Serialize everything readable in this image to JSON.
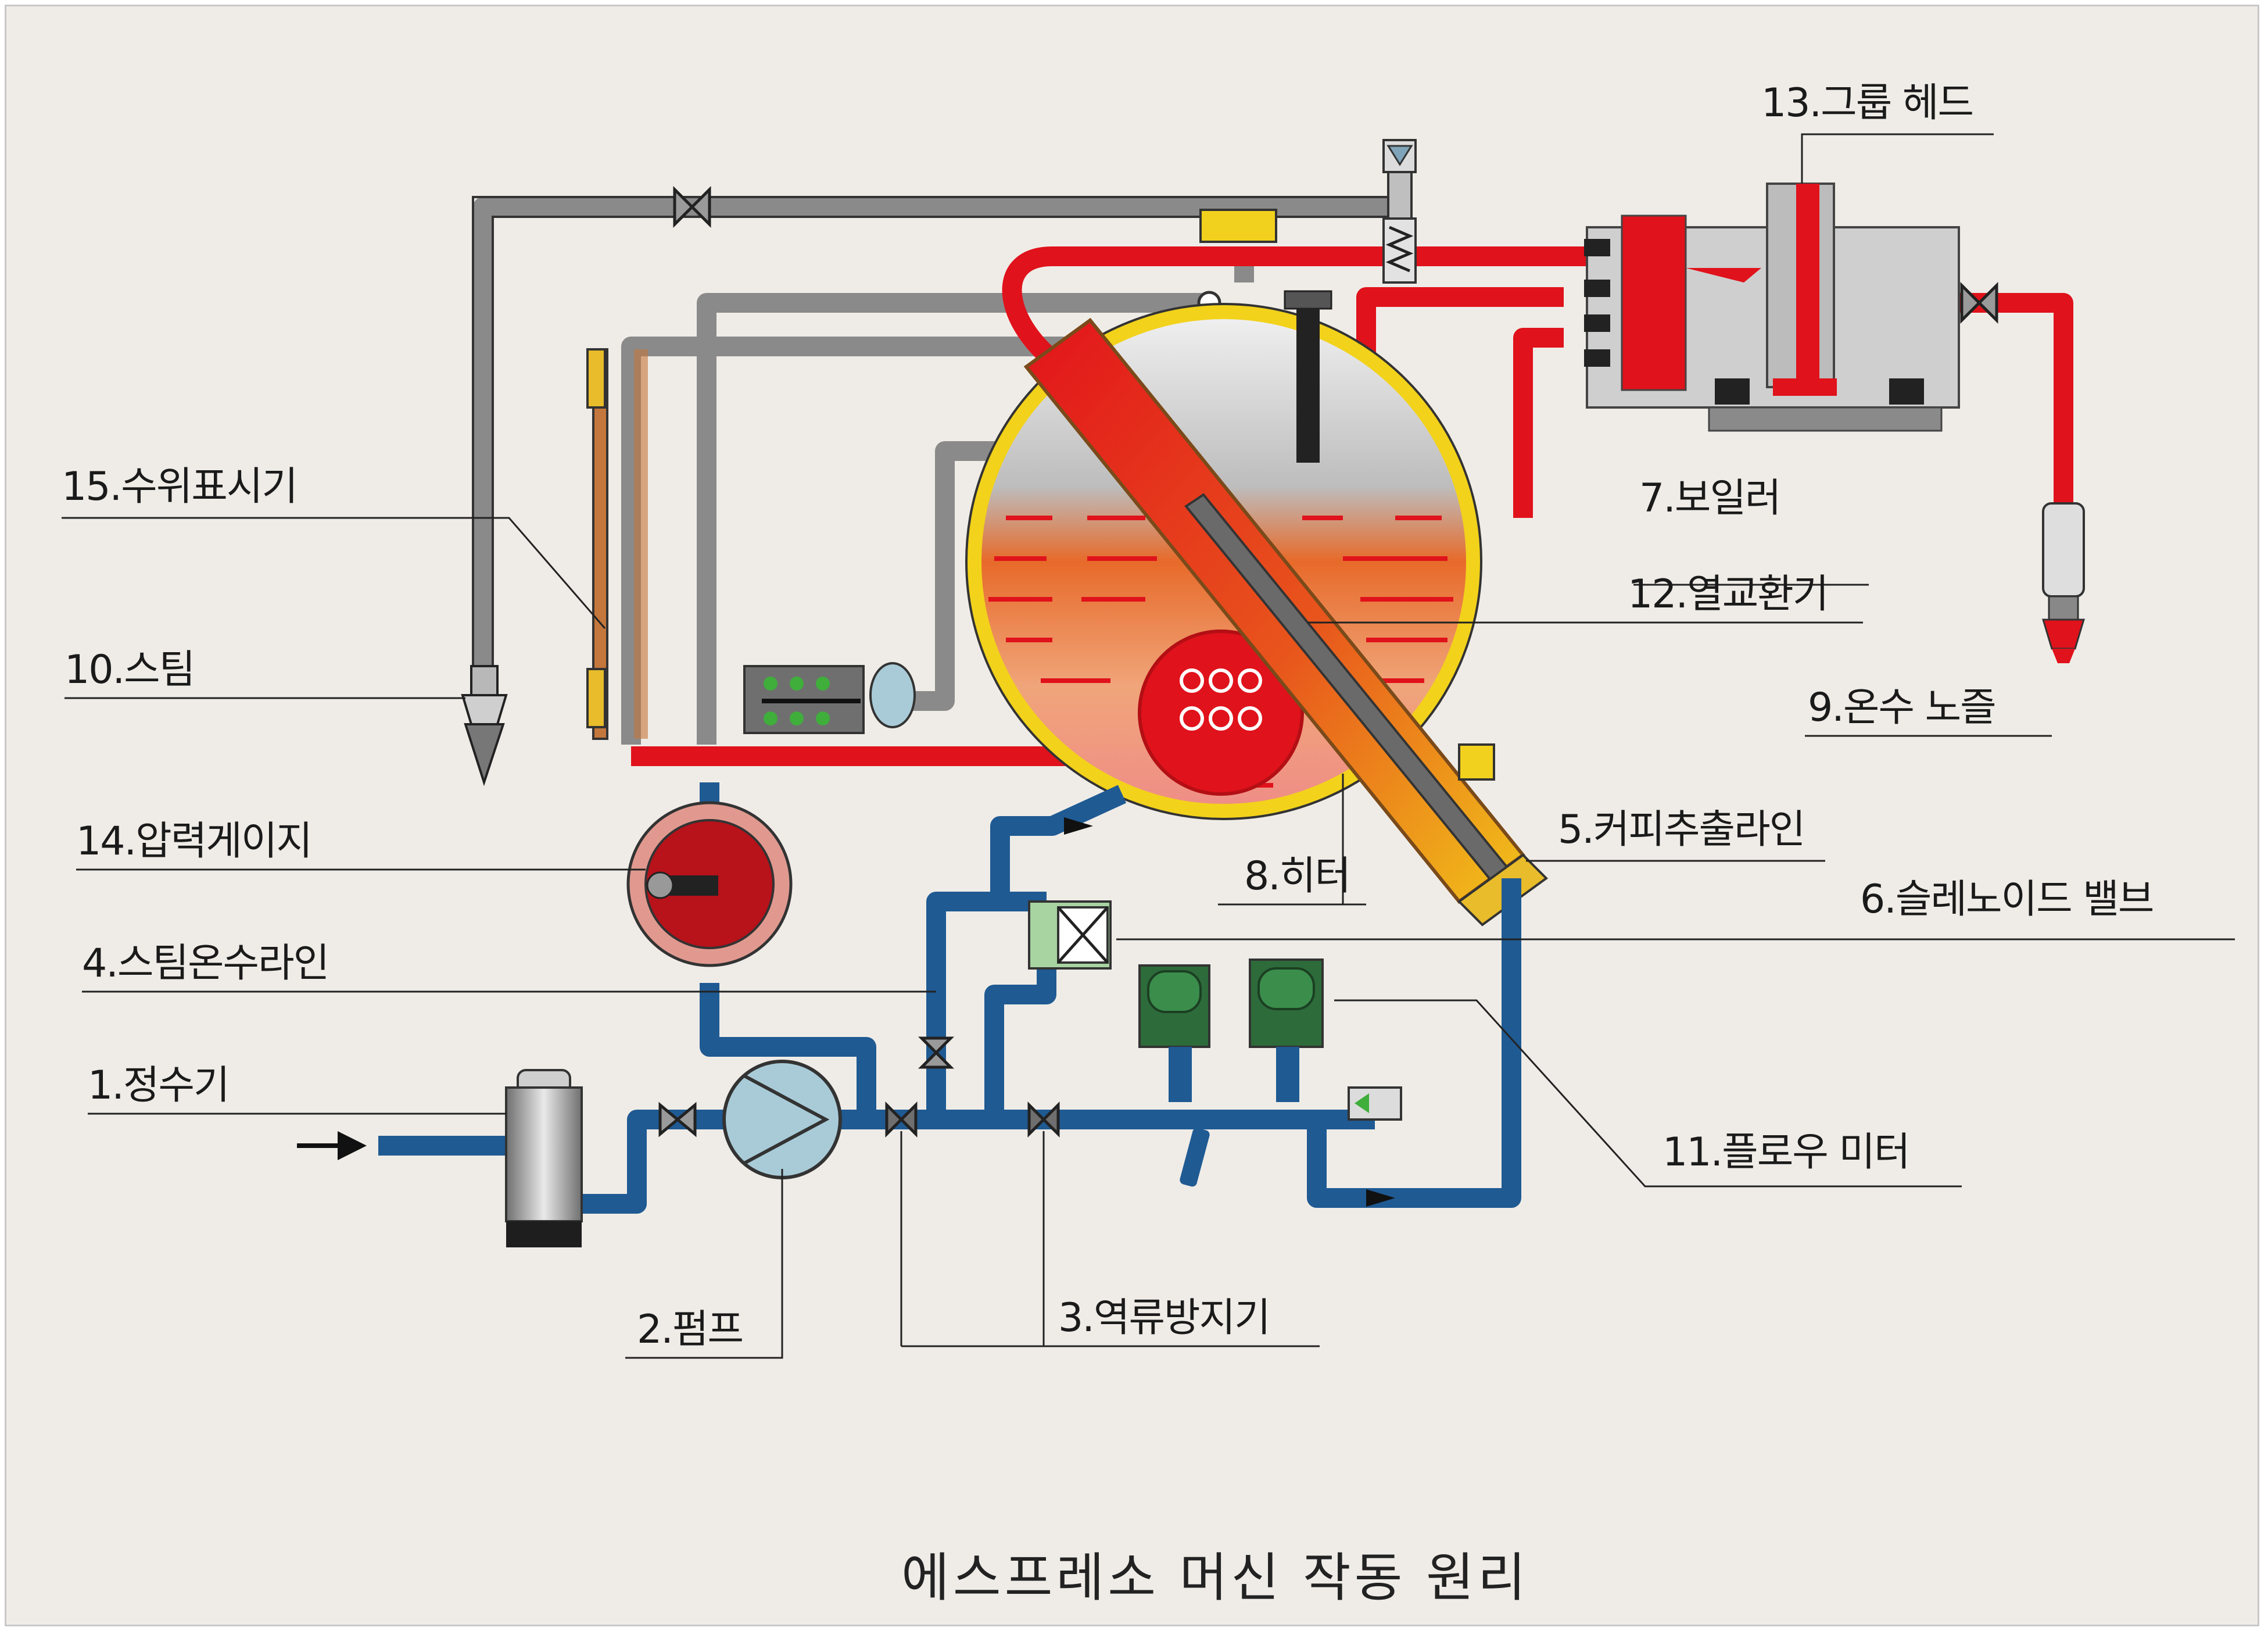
{
  "title": "에스프레소 머신 작동 원리",
  "labels": {
    "l1": "1.정수기",
    "l2": "2.펌프",
    "l3": "3.역류방지기",
    "l4": "4.스팀온수라인",
    "l5": "5.커피추출라인",
    "l6": "6.슬레노이드 밸브",
    "l7": "7.보일러",
    "l8": "8.히터",
    "l9": "9.온수 노즐",
    "l10": "10.스팀",
    "l11": "11.플로우 미터",
    "l12": "12.열교환기",
    "l13": "13.그룹 헤드",
    "l14": "14.압력게이지",
    "l15": "15.수위표시기"
  },
  "colors": {
    "water_line": "#1f5a93",
    "hot_line": "#e0121b",
    "steam_line": "#8a8a8a",
    "boiler_rim": "#f2d21b",
    "background": "#efece7"
  }
}
